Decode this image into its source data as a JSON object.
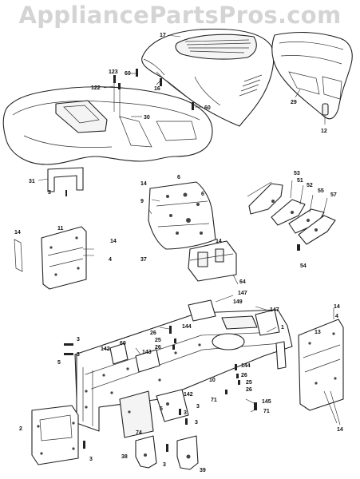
{
  "watermark": "AppliancePartsPros.com",
  "callouts": {
    "c17": "17",
    "c60a": "60",
    "c16": "16",
    "c123": "123",
    "c122": "122",
    "c29": "29",
    "c30": "30",
    "c60b": "60",
    "c12": "12",
    "c31": "31",
    "c3a": "3",
    "c6a": "6",
    "c14a": "14",
    "c6b": "6",
    "c9": "9",
    "c53": "53",
    "c51": "51",
    "c52": "52",
    "c55": "55",
    "c57": "57",
    "c14b": "14",
    "c11": "11",
    "c14c": "14",
    "c4a": "4",
    "c14d": "14",
    "c37": "37",
    "c54": "54",
    "c64": "64",
    "c147a": "147",
    "c149": "149",
    "c147b": "147",
    "c14e": "14",
    "c4b": "4",
    "c1": "1",
    "c13": "13",
    "c26a": "26",
    "c144a": "144",
    "c25a": "25",
    "c26b": "26",
    "c3b": "3",
    "c3c": "3",
    "c5a": "5",
    "c142a": "142",
    "c60c": "60",
    "c143": "143",
    "c144b": "144",
    "c26c": "26",
    "c10": "10",
    "c25b": "25",
    "c26d": "26",
    "c71a": "71",
    "c142b": "142",
    "c3d": "3",
    "c3e": "3",
    "c5b": "5",
    "c145": "145",
    "c71b": "71",
    "c3f": "3",
    "c2": "2",
    "c74": "74",
    "c3g": "3",
    "c38": "38",
    "c3h": "3",
    "c39": "39",
    "c14f": "14"
  }
}
